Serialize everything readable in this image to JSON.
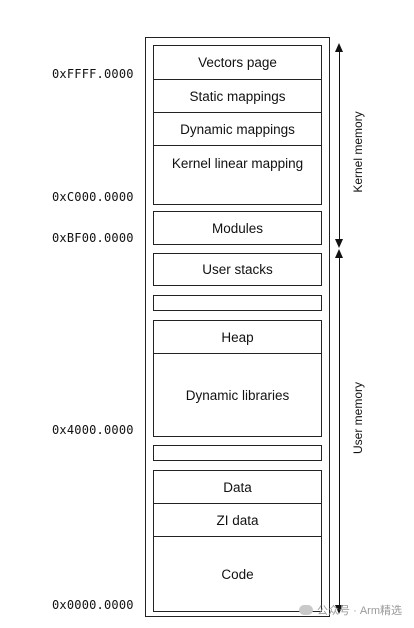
{
  "blocks": {
    "vectors_page": "Vectors page",
    "static_mappings": "Static mappings",
    "dynamic_mappings": "Dynamic mappings",
    "kernel_linear_mapping": "Kernel linear mapping",
    "modules": "Modules",
    "user_stacks": "User stacks",
    "heap": "Heap",
    "dynamic_libraries": "Dynamic libraries",
    "data": "Data",
    "zi_data": "ZI data",
    "code": "Code"
  },
  "addresses": {
    "a_ffff": "0xFFFF.0000",
    "a_c000": "0xC000.0000",
    "a_bf00": "0xBF00.0000",
    "a_4000": "0x4000.0000",
    "a_0000": "0x0000.0000"
  },
  "ranges": {
    "kernel": "Kernel memory",
    "user": "User memory"
  },
  "watermark": "公众号 · Arm精选"
}
